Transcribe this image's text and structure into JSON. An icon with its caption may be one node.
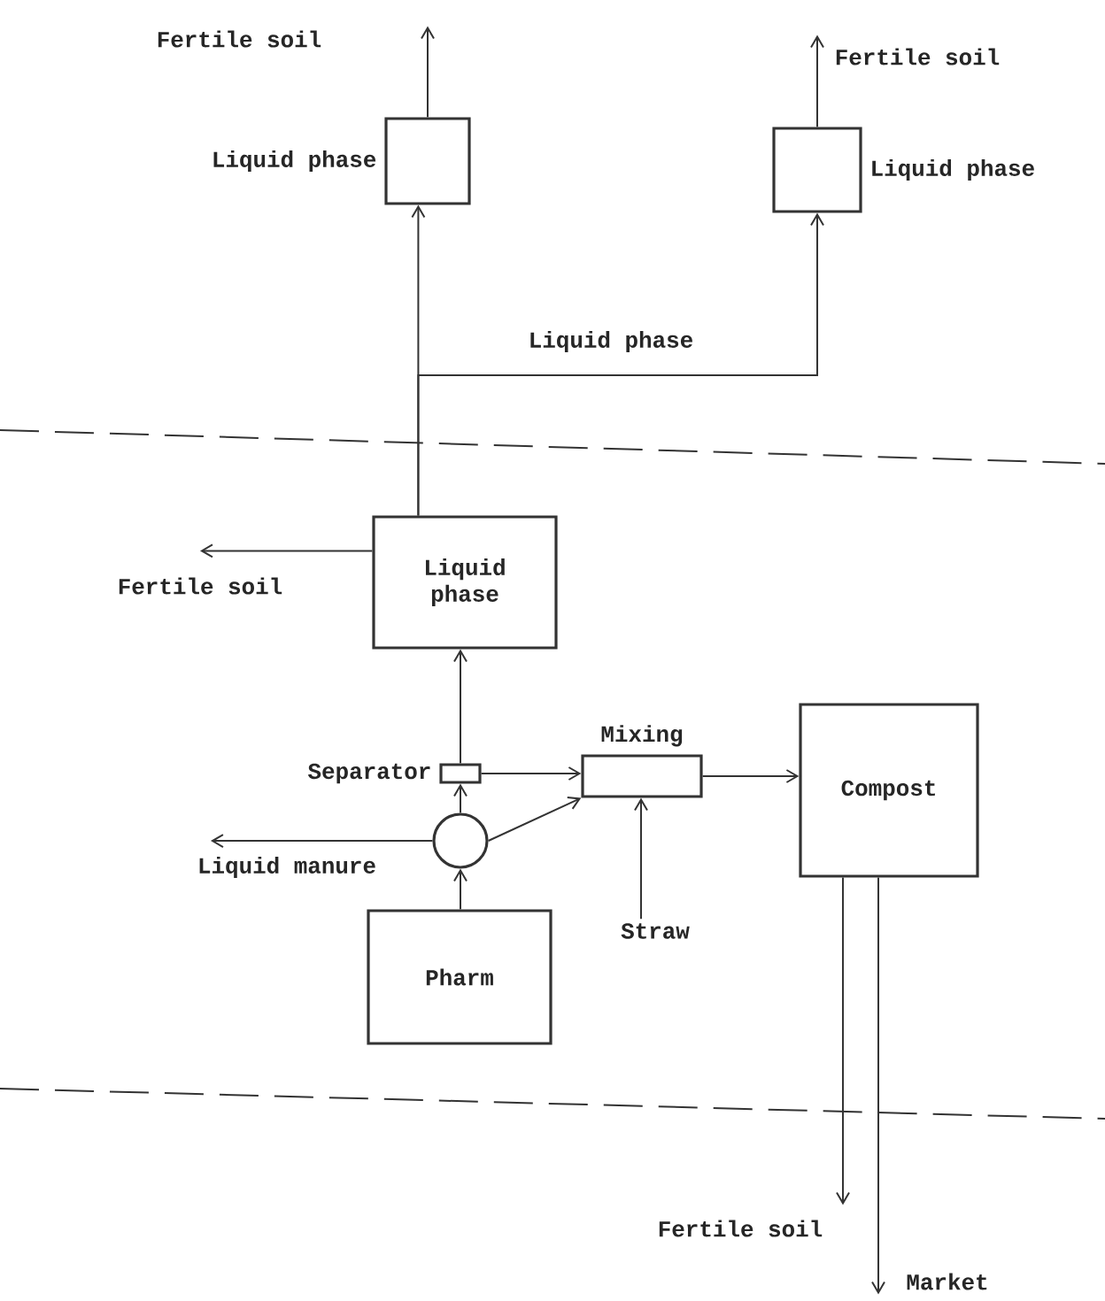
{
  "diagram": {
    "nodes": [
      {
        "text": [
          "Liquid phase"
        ]
      },
      {
        "text": [
          "Liquid phase"
        ]
      },
      {
        "text": [
          "Fertile soil"
        ]
      },
      {
        "text": [
          "Fertile soil"
        ]
      },
      {
        "text": [
          "Liquid phase"
        ]
      },
      {
        "text": [
          "Fertile soil"
        ]
      },
      {
        "text": [
          "Separator"
        ]
      },
      {
        "text": [],
        "shape": "circle"
      },
      {
        "text": [
          "Liquid manure"
        ]
      },
      {
        "text": [
          "Pharm"
        ]
      },
      {
        "text": [
          "Mixing"
        ]
      },
      {
        "text": [
          "Straw"
        ]
      },
      {
        "text": [
          "Compost"
        ]
      },
      {
        "text": [
          "Fertile soil"
        ]
      },
      {
        "text": [
          "Market"
        ]
      }
    ],
    "edges": [
      {
        "from": 0,
        "to": 2,
        "arrow": "to"
      },
      {
        "from": 1,
        "to": 3,
        "arrow": "to"
      },
      {
        "from": 4,
        "to": 0,
        "arrow": "to"
      },
      {
        "from": 4,
        "to": 1,
        "arrow": "to",
        "label": "Liquid phase"
      },
      {
        "from": 4,
        "to": 5,
        "arrow": "to"
      },
      {
        "from": 6,
        "to": 4,
        "arrow": "to"
      },
      {
        "from": 7,
        "to": 6,
        "arrow": "to"
      },
      {
        "from": 9,
        "to": 7,
        "arrow": "to"
      },
      {
        "from": 7,
        "to": 8,
        "arrow": "to"
      },
      {
        "from": 6,
        "to": 10,
        "arrow": "to"
      },
      {
        "from": 7,
        "to": 10,
        "arrow": "to"
      },
      {
        "from": 11,
        "to": 10,
        "arrow": "to"
      },
      {
        "from": 10,
        "to": 12,
        "arrow": "to"
      },
      {
        "from": 12,
        "to": 13,
        "arrow": "to"
      },
      {
        "from": 12,
        "to": 14,
        "arrow": "to"
      }
    ]
  }
}
